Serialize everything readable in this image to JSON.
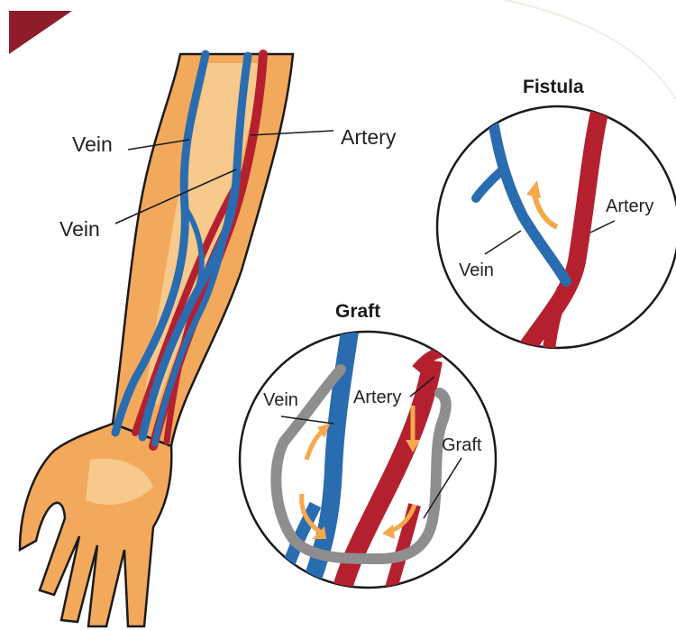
{
  "colors": {
    "vein": "#2a6cb0",
    "artery": "#b5202e",
    "graft": "#8e8e8e",
    "skin": "#f2a95b",
    "skin_light": "#f7c98b",
    "flow_arrow": "#f5a94a",
    "outline": "#1a1a1a",
    "corner": "#8e1c2b"
  },
  "arm": {
    "labels": {
      "vein_top": "Vein",
      "artery": "Artery",
      "vein_lower": "Vein"
    }
  },
  "fistula": {
    "title": "Fistula",
    "labels": {
      "artery": "Artery",
      "vein": "Vein"
    }
  },
  "graft": {
    "title": "Graft",
    "labels": {
      "vein": "Vein",
      "artery": "Artery",
      "graft": "Graft"
    }
  }
}
